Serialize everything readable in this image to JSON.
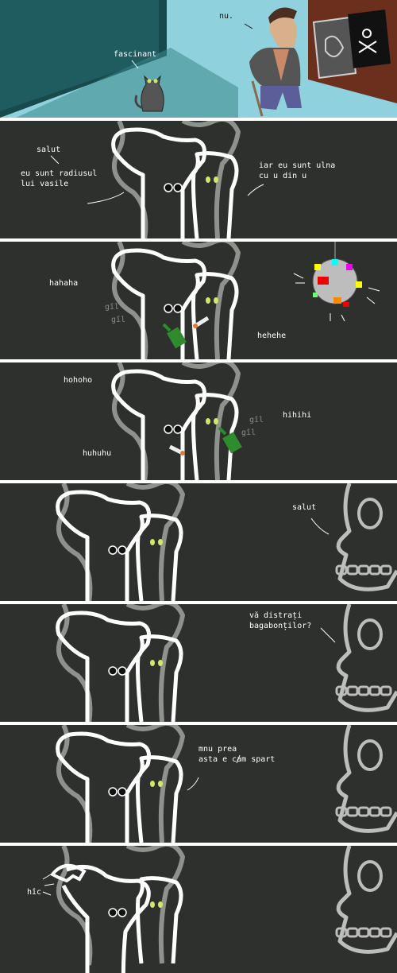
{
  "comic": {
    "panel1": {
      "cat": "fascinant",
      "man": "nu."
    },
    "panel2": {
      "radius_hello": "salut",
      "radius_intro": "eu sunt radiusul\nlui vasile",
      "ulna_intro": "iar eu sunt ulna\ncu u din u"
    },
    "panel3": {
      "laugh_left": "hahaha",
      "gil1": "gîl",
      "gil2": "gîl",
      "laugh_right": "hehehe"
    },
    "panel4": {
      "laugh_top": "hohoho",
      "laugh_bottom": "huhuhu",
      "gil1": "gîl",
      "gil2": "gîl",
      "laugh_right": "hihihi"
    },
    "panel5": {
      "skull_hello": "salut"
    },
    "panel6": {
      "skull_question": "vă distrați\nbagabonților?"
    },
    "panel7": {
      "ulna_reply": "mnu prea\nasta e cam spart"
    },
    "panel8": {
      "hic": "hîc"
    }
  },
  "colors": {
    "panel_bg": "#2e302d",
    "bone_outline": "#ffffff",
    "bone_shadow": "#8e918c",
    "sky_wall": "#8fd1dc",
    "teal_wall": "#1f5c5f",
    "floor": "#3a8a8a",
    "bottle_green": "#2e8b2e"
  }
}
